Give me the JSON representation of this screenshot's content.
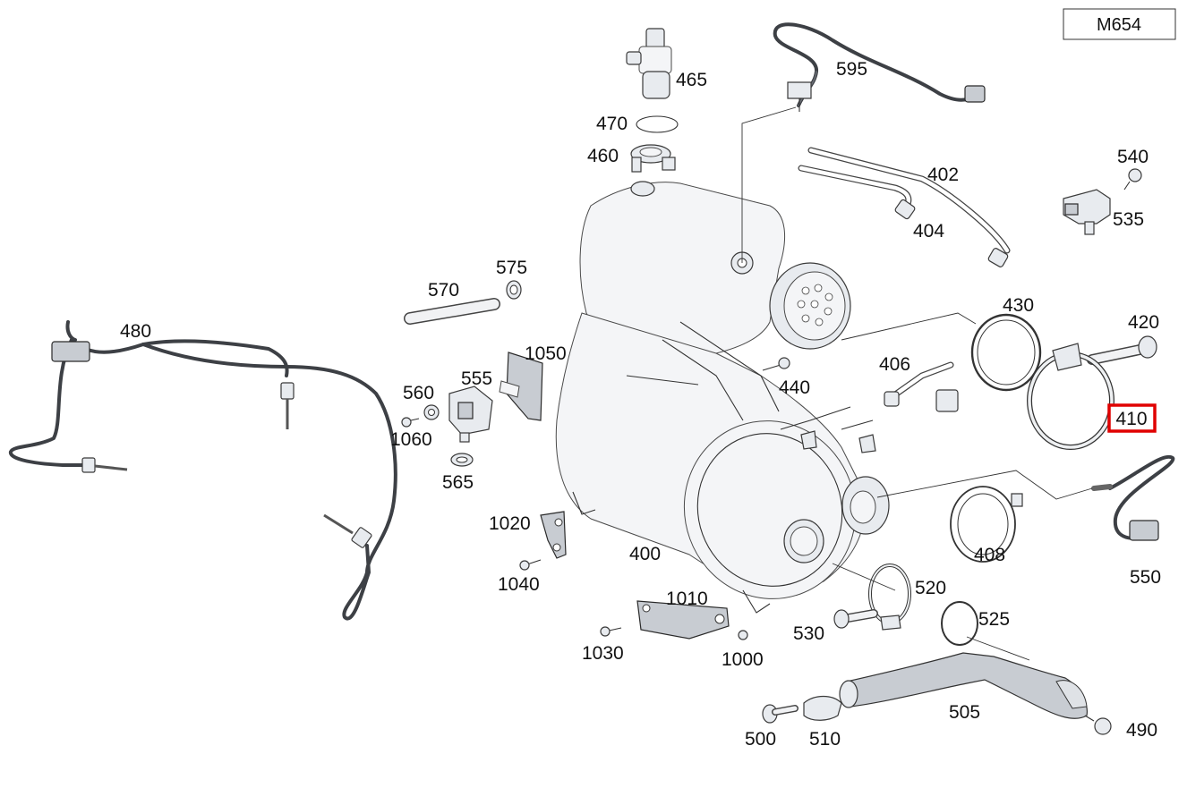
{
  "diagram": {
    "engine_code": "M654",
    "highlighted_callout": "410",
    "highlight_color": "#e00000",
    "callouts": {
      "c465": "465",
      "c470": "470",
      "c460": "460",
      "c595": "595",
      "c402": "402",
      "c404": "404",
      "c540": "540",
      "c535": "535",
      "c570": "570",
      "c575": "575",
      "c480": "480",
      "c1050": "1050",
      "c430": "430",
      "c420": "420",
      "c440": "440",
      "c406": "406",
      "c410": "410",
      "c555": "555",
      "c560": "560",
      "c1060": "1060",
      "c565": "565",
      "c1020": "1020",
      "c1040": "1040",
      "c400": "400",
      "c408": "408",
      "c550": "550",
      "c520": "520",
      "c1010": "1010",
      "c525": "525",
      "c530": "530",
      "c1030": "1030",
      "c1000": "1000",
      "c505": "505",
      "c490": "490",
      "c500": "500",
      "c510": "510"
    }
  }
}
